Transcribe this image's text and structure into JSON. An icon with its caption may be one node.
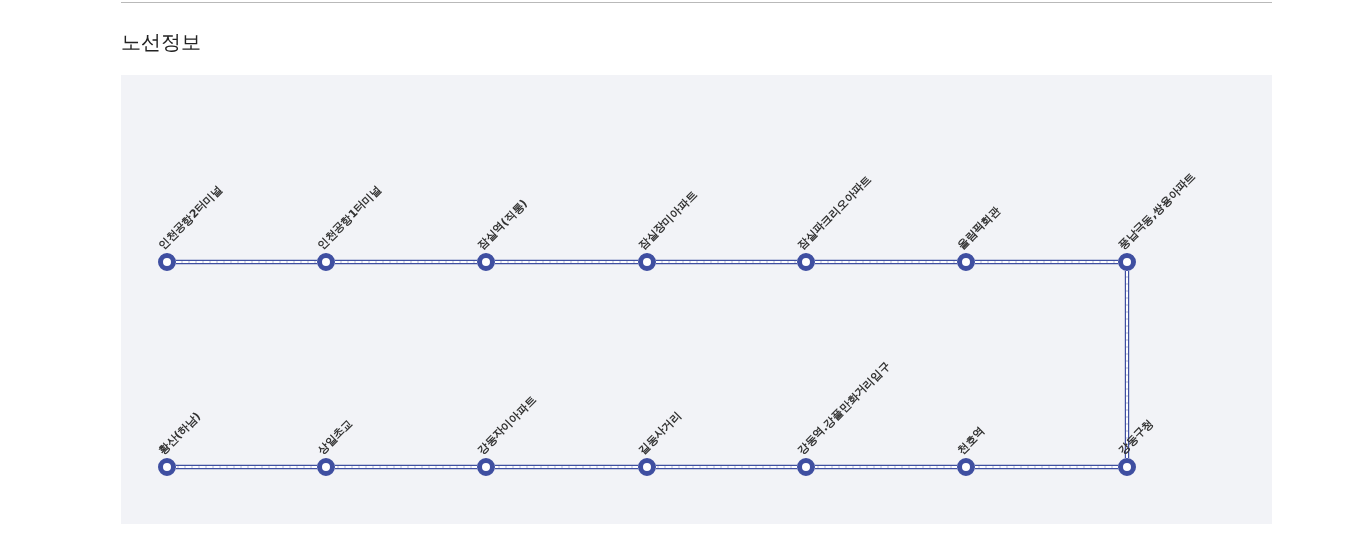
{
  "diagram": {
    "title": "노선정보",
    "nodes": [
      {
        "text": [
          "인천공항2터미널"
        ]
      },
      {
        "text": [
          "인천공항1터미널"
        ]
      },
      {
        "text": [
          "잠실역(직통)"
        ]
      },
      {
        "text": [
          "잠실장미아파트"
        ]
      },
      {
        "text": [
          "잠실파크리오아파트"
        ]
      },
      {
        "text": [
          "올림픽회관"
        ]
      },
      {
        "text": [
          "풍납극동,쌍용아파트"
        ]
      },
      {
        "text": [
          "황산(하남)"
        ]
      },
      {
        "text": [
          "상일초교"
        ]
      },
      {
        "text": [
          "강동자이아파트"
        ]
      },
      {
        "text": [
          "길동사거리"
        ]
      },
      {
        "text": [
          "강동역.강풀만화거리입구"
        ]
      },
      {
        "text": [
          "천호역"
        ]
      },
      {
        "text": [
          "강동구청"
        ]
      }
    ],
    "edges": [
      {
        "from": 0,
        "to": 1,
        "arrow": "none"
      },
      {
        "from": 1,
        "to": 2,
        "arrow": "none"
      },
      {
        "from": 2,
        "to": 3,
        "arrow": "none"
      },
      {
        "from": 3,
        "to": 4,
        "arrow": "none"
      },
      {
        "from": 4,
        "to": 5,
        "arrow": "none"
      },
      {
        "from": 5,
        "to": 6,
        "arrow": "none"
      },
      {
        "from": 6,
        "to": 13,
        "arrow": "none"
      },
      {
        "from": 13,
        "to": 12,
        "arrow": "none"
      },
      {
        "from": 12,
        "to": 11,
        "arrow": "none"
      },
      {
        "from": 11,
        "to": 10,
        "arrow": "none"
      },
      {
        "from": 10,
        "to": 9,
        "arrow": "none"
      },
      {
        "from": 9,
        "to": 8,
        "arrow": "none"
      },
      {
        "from": 8,
        "to": 7,
        "arrow": "none"
      }
    ]
  }
}
